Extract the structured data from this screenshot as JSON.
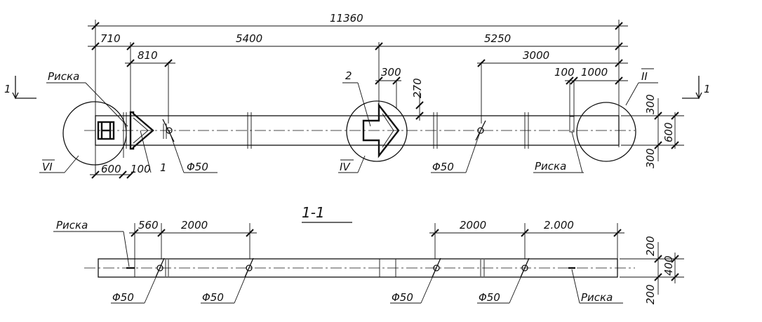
{
  "section_markers": {
    "left": "1",
    "right": "1"
  },
  "section_title": "1-1",
  "plan": {
    "overall_length": "11360",
    "dims_level2": [
      "710",
      "5400",
      "5250"
    ],
    "dims_level3": [
      "810",
      "300",
      "3000",
      "100",
      "1000"
    ],
    "dim_left_small": "600",
    "dim_100": "100",
    "height_dims": [
      "300",
      "600",
      "300"
    ],
    "dim_270": "270",
    "labels": {
      "riska_left": "Риска",
      "riska_right": "Риска",
      "label_2": "2",
      "label_1": "1",
      "node_vi": "VI",
      "node_iv": "IV",
      "node_ii": "II"
    },
    "hole_labels": [
      "Φ50",
      "Φ50"
    ]
  },
  "section": {
    "dims_top": [
      "560",
      "2000",
      "2000",
      "2.000"
    ],
    "height_dims": [
      "200",
      "400",
      "200"
    ],
    "riska_left": "Риска",
    "riska_right": "Риска",
    "hole_labels": [
      "Φ50",
      "Φ50",
      "Φ50",
      "Φ50"
    ]
  }
}
